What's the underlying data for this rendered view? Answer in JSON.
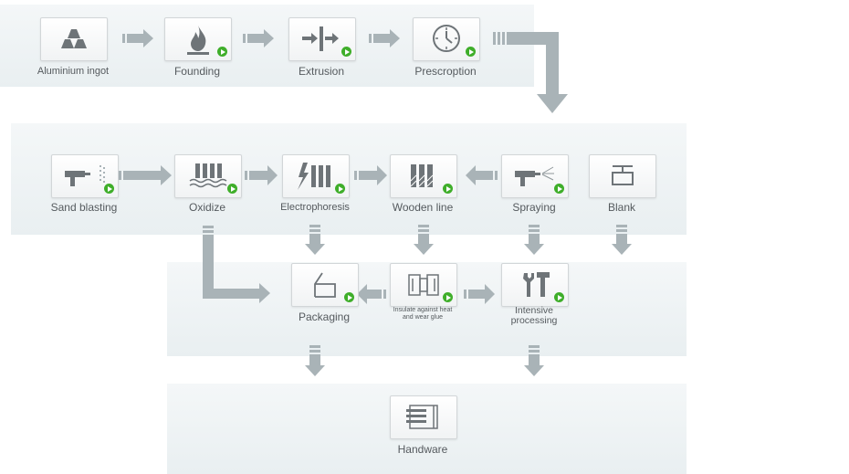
{
  "nodes": {
    "aluminium_ingot": "Aluminium ingot",
    "founding": "Founding",
    "extrusion": "Extrusion",
    "prescroption": "Prescroption",
    "sand_blasting": "Sand blasting",
    "oxidize": "Oxidize",
    "electrophoresis": "Electrophoresis",
    "wooden_line": "Wooden line",
    "spraying": "Spraying",
    "blank": "Blank",
    "packaging": "Packaging",
    "insulate_line1": "Insulate against heat",
    "insulate_line2": "and wear glue",
    "intensive_line1": "Intensive",
    "intensive_line2": "processing",
    "handware": "Handware"
  },
  "colors": {
    "arrow": "#a9b3b7",
    "play": "#3fae2a",
    "panel": "#edf2f3",
    "icon": "#6e7478"
  },
  "icons": {
    "aluminium_ingot": "ingot-stack-icon",
    "founding": "flame-icon",
    "extrusion": "extrusion-icon",
    "prescroption": "clock-icon",
    "sand_blasting": "sand-gun-icon",
    "oxidize": "oxidize-tank-icon",
    "electrophoresis": "lightning-bars-icon",
    "wooden_line": "wood-bars-icon",
    "spraying": "spray-gun-icon",
    "blank": "blank-profile-icon",
    "packaging": "box-icon",
    "insulate": "insulation-profile-icon",
    "intensive": "tools-icon",
    "handware": "hardware-document-icon"
  }
}
